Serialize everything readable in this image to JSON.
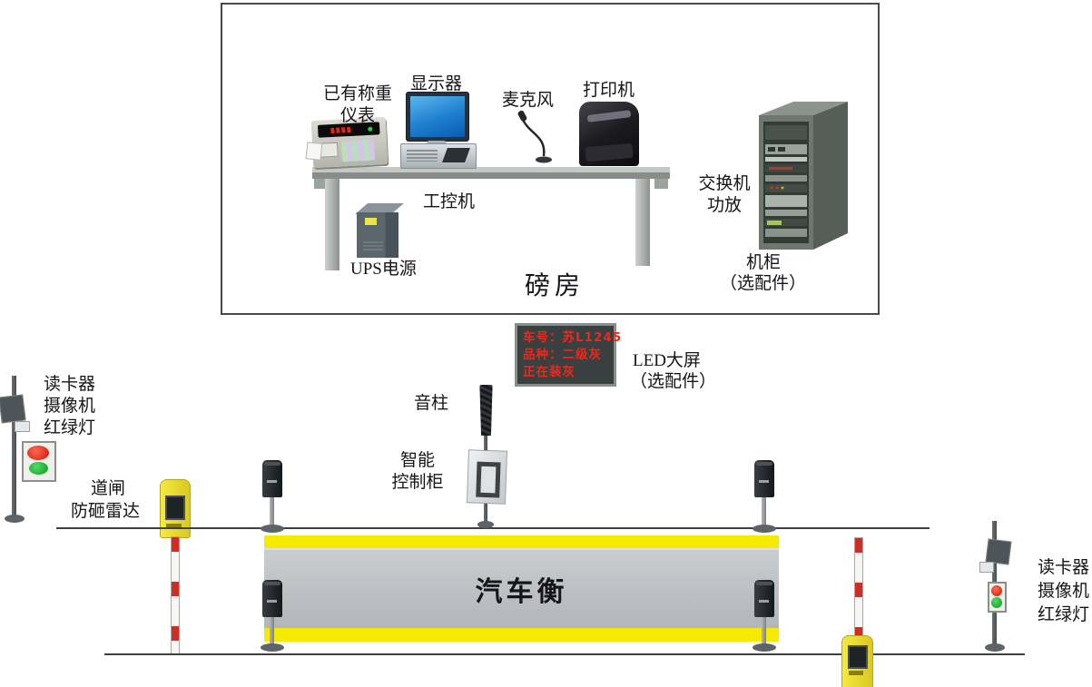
{
  "room": {
    "name": "磅房",
    "indicator_label": [
      "已有称重",
      "仪表"
    ],
    "monitor_label": "显示器",
    "mic_label": "麦克风",
    "printer_label": "打印机",
    "ipc_label": "工控机",
    "ups_label": "UPS电源",
    "rack_side_label": [
      "交换机",
      "功放"
    ],
    "rack_label": "机柜",
    "rack_note": "（选配件）"
  },
  "led_board": {
    "lines": [
      "车号：苏L1245",
      "品种：二级灰",
      "正在装灰"
    ],
    "label": "LED大屏",
    "note": "（选配件）",
    "text_color": "#f3261a",
    "panel_color": "#39403f"
  },
  "left_station": {
    "labels": [
      "读卡器",
      "摄像机",
      "红绿灯"
    ]
  },
  "right_station": {
    "labels": [
      "读卡器",
      "摄像机",
      "红绿灯"
    ]
  },
  "barrier": {
    "gate_label": "道闸",
    "radar_label": "防砸雷达",
    "machine_color": "#e8d52c",
    "arm_stripe_color": "#d42a20"
  },
  "center": {
    "speaker_label": "音柱",
    "control_label": [
      "智能",
      "控制柜"
    ]
  },
  "scale": {
    "label": "汽车衡",
    "stripe_color": "#f6ea00",
    "body_color": "#b9bdc1"
  }
}
